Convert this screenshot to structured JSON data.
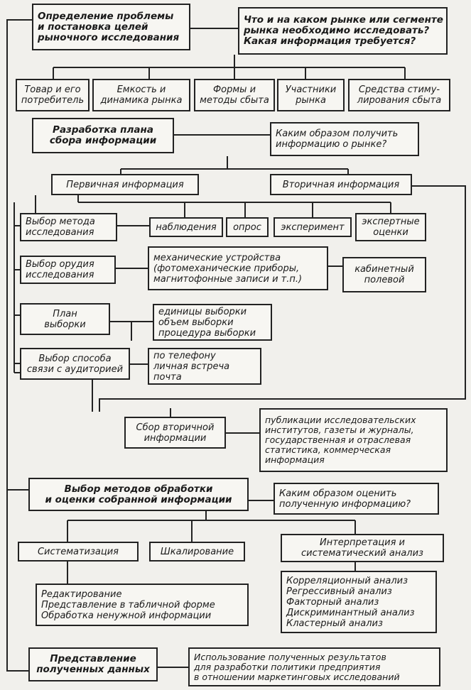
{
  "nodes": {
    "problem": [
      "Определение проблемы",
      "и постановка целей",
      "рыночного исследования"
    ],
    "question_what": [
      "Что и на каком рынке или сегменте",
      "рынка необходимо исследовать?",
      "Какая информация требуется?"
    ],
    "product": [
      "Товар и его",
      "потребитель"
    ],
    "capacity": [
      "Емкость и",
      "динамика рынка"
    ],
    "forms": [
      "Формы и",
      "методы сбыта"
    ],
    "participants": [
      "Участники",
      "рынка"
    ],
    "promotion": [
      "Средства стиму-",
      "лирования сбыта"
    ],
    "plan": [
      "Разработка плана",
      "сбора информации"
    ],
    "question_how_get": [
      "Каким образом получить",
      "информацию о рынке?"
    ],
    "primary": [
      "Первичная информация"
    ],
    "secondary": [
      "Вторичная информация"
    ],
    "method_choice": [
      "Выбор метода",
      "исследования"
    ],
    "observation": [
      "наблюдения"
    ],
    "survey": [
      "опрос"
    ],
    "experiment": [
      "эксперимент"
    ],
    "expert": [
      "экспертные",
      "оценки"
    ],
    "tool_choice": [
      "Выбор орудия",
      "исследования"
    ],
    "devices": [
      "механические устройства",
      "(фотомеханические приборы,",
      "магнитофонные записи и т.п.)"
    ],
    "desk_field": [
      "кабинетный",
      "полевой"
    ],
    "sample_plan": [
      "План",
      "выборки"
    ],
    "sample_units": [
      "единицы выборки",
      "объем выборки",
      "процедура выборки"
    ],
    "contact_choice": [
      "Выбор способа",
      "связи с аудиторией"
    ],
    "contact_ways": [
      "по телефону",
      "личная встреча",
      "почта"
    ],
    "secondary_collect": [
      "Сбор вторичной",
      "информации"
    ],
    "publications": [
      "публикации исследовательских",
      "институтов, газеты и журналы,",
      "государственная и отраслевая",
      "статистика, коммерческая",
      "информация"
    ],
    "processing": [
      "Выбор методов обработки",
      "и оценки собранной информации"
    ],
    "question_how_eval": [
      "Каким образом оценить",
      "полученную информацию?"
    ],
    "systematization": [
      "Систематизация"
    ],
    "scaling": [
      "Шкалирование"
    ],
    "interpretation": [
      "Интерпретация и",
      "систематический анализ"
    ],
    "editing": [
      "Редактирование",
      "Представление в табличной форме",
      "Обработка ненужной информации"
    ],
    "analyses": [
      "Корреляционный анализ",
      "Регрессивный анализ",
      "Факторный анализ",
      "Дискриминантный анализ",
      "Кластерный анализ"
    ],
    "presentation": [
      "Представление",
      "полученных данных"
    ],
    "usage": [
      "Использование полученных результатов",
      "для разработки политики предприятия",
      "в отношении маркетинговых исследований"
    ]
  }
}
